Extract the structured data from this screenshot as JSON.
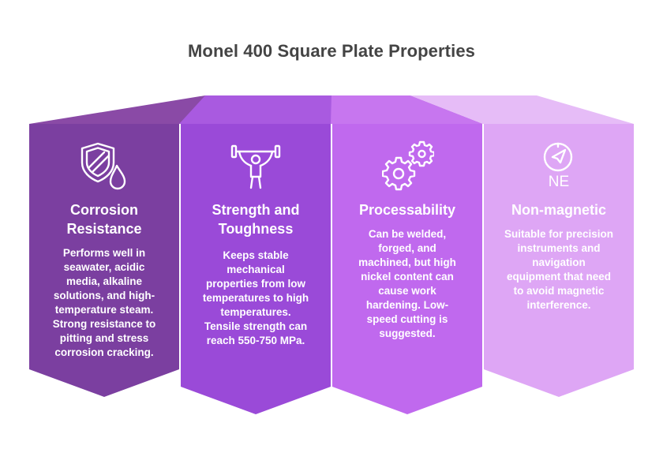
{
  "title": "Monel 400 Square Plate Properties",
  "colors": {
    "panel1": "#7b3fa0",
    "panel1_top": "#8a4aa6",
    "panel2": "#9a4ad8",
    "panel2_top": "#a95ae0",
    "panel3": "#c069ee",
    "panel3_top": "#c776ef",
    "panel4": "#dea6f5",
    "panel4_top": "#e6bcf7"
  },
  "panels": [
    {
      "icon": "shield-drop-icon",
      "heading_line1": "Corrosion",
      "heading_line2": "Resistance",
      "lines": [
        "Performs well in",
        "seawater, acidic",
        "media, alkaline",
        "solutions, and high-",
        "temperature steam.",
        "Strong resistance to",
        "pitting and stress",
        "corrosion cracking."
      ]
    },
    {
      "icon": "weightlifter-icon",
      "heading_line1": "Strength and",
      "heading_line2": "Toughness",
      "lines": [
        "Keeps stable",
        "mechanical",
        "properties from low",
        "temperatures to high",
        "temperatures.",
        "Tensile strength can",
        "reach 550-750 MPa."
      ]
    },
    {
      "icon": "gears-icon",
      "heading_line1": "Processability",
      "lines": [
        "Can be welded,",
        "forged, and",
        "machined, but high",
        "nickel content can",
        "cause work",
        "hardening. Low-",
        "speed cutting is",
        "suggested."
      ]
    },
    {
      "icon": "compass-icon",
      "icon_label": "NE",
      "heading_line1": "Non-magnetic",
      "lines": [
        "Suitable for precision",
        "instruments and",
        "navigation",
        "equipment that need",
        "to avoid magnetic",
        "interference."
      ]
    }
  ]
}
